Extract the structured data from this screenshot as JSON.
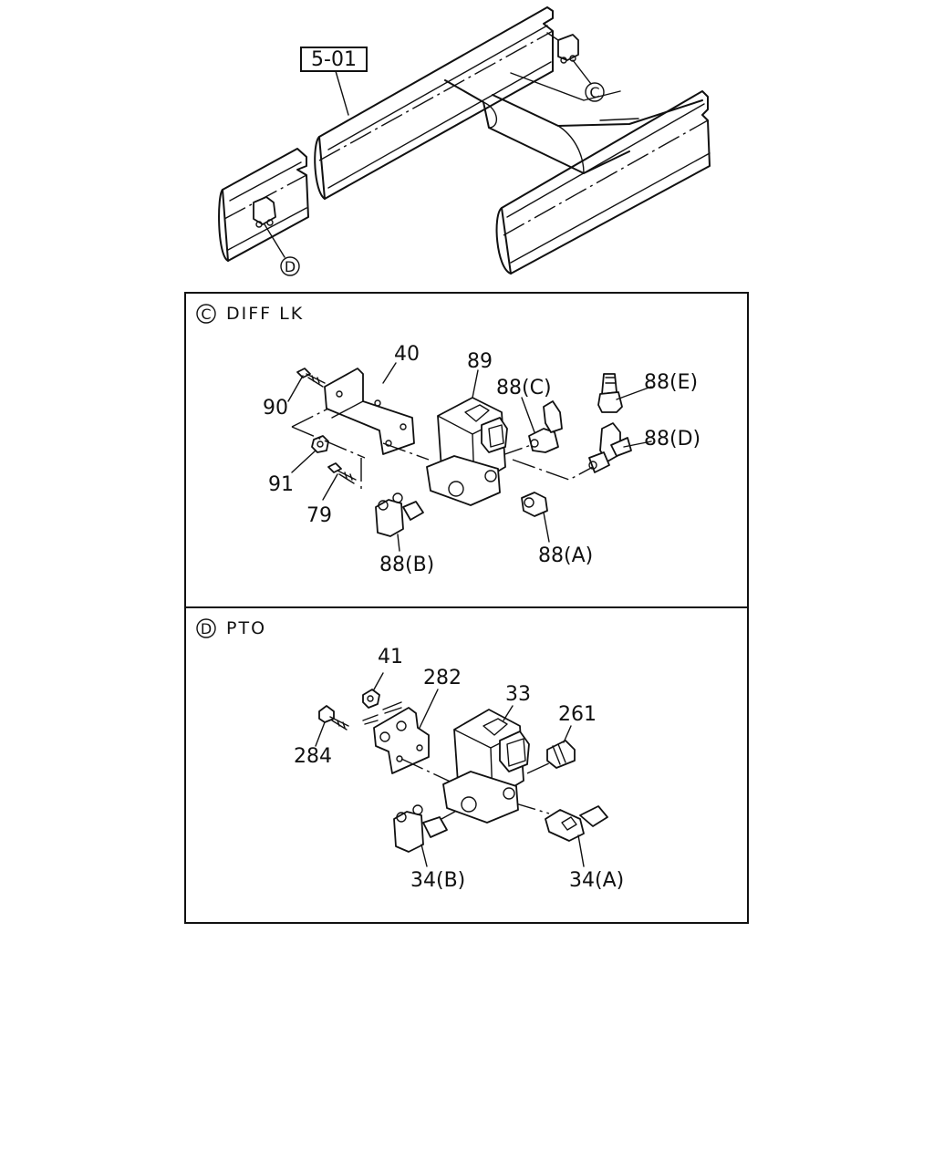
{
  "overview": {
    "ref_label": "5-01",
    "callout_c": "C",
    "callout_d": "D"
  },
  "panel_c": {
    "marker": "C",
    "title": "DIFF LK",
    "labels": {
      "p40": "40",
      "p89": "89",
      "p90": "90",
      "p91": "91",
      "p79": "79",
      "p88a": "88(A)",
      "p88b": "88(B)",
      "p88c": "88(C)",
      "p88d": "88(D)",
      "p88e": "88(E)"
    }
  },
  "panel_d": {
    "marker": "D",
    "title": "PTO",
    "labels": {
      "p41": "41",
      "p282": "282",
      "p33": "33",
      "p261": "261",
      "p284": "284",
      "p34a": "34(A)",
      "p34b": "34(B)"
    }
  }
}
